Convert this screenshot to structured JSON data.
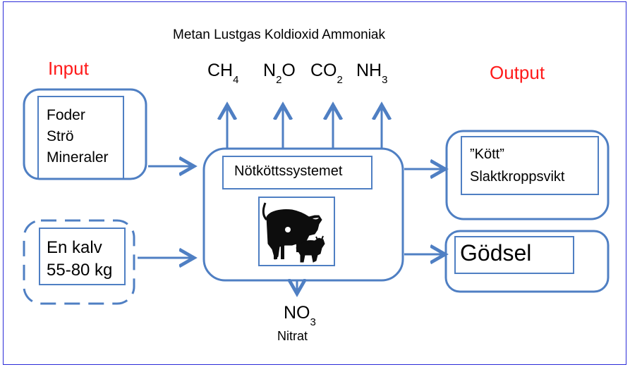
{
  "gas_names": "Metan  Lustgas Koldioxid Ammoniak",
  "gases": [
    {
      "base": "CH",
      "sub": "4",
      "tail": ""
    },
    {
      "base": "N",
      "sub": "2",
      "tail": "O"
    },
    {
      "base": "CO",
      "sub": "2",
      "tail": ""
    },
    {
      "base": "NH",
      "sub": "3",
      "tail": ""
    }
  ],
  "input_label": "Input",
  "output_label": "Output",
  "input_box": [
    "Foder",
    "Strö",
    "Mineraler"
  ],
  "calf_box": [
    "En kalv",
    "55-80 kg"
  ],
  "system_label": "Nötköttssystemet",
  "meat_box": [
    "”Kött”",
    "Slaktkroppsvikt"
  ],
  "manure_label": "Gödsel",
  "nitrate": {
    "base": "NO",
    "sub": "3",
    "name": "Nitrat"
  },
  "colors": {
    "box_stroke": "#4f7fc3",
    "arrow": "#4f7fc3",
    "label_red": "#ff1a1a",
    "frame": "#2b2bd8"
  }
}
